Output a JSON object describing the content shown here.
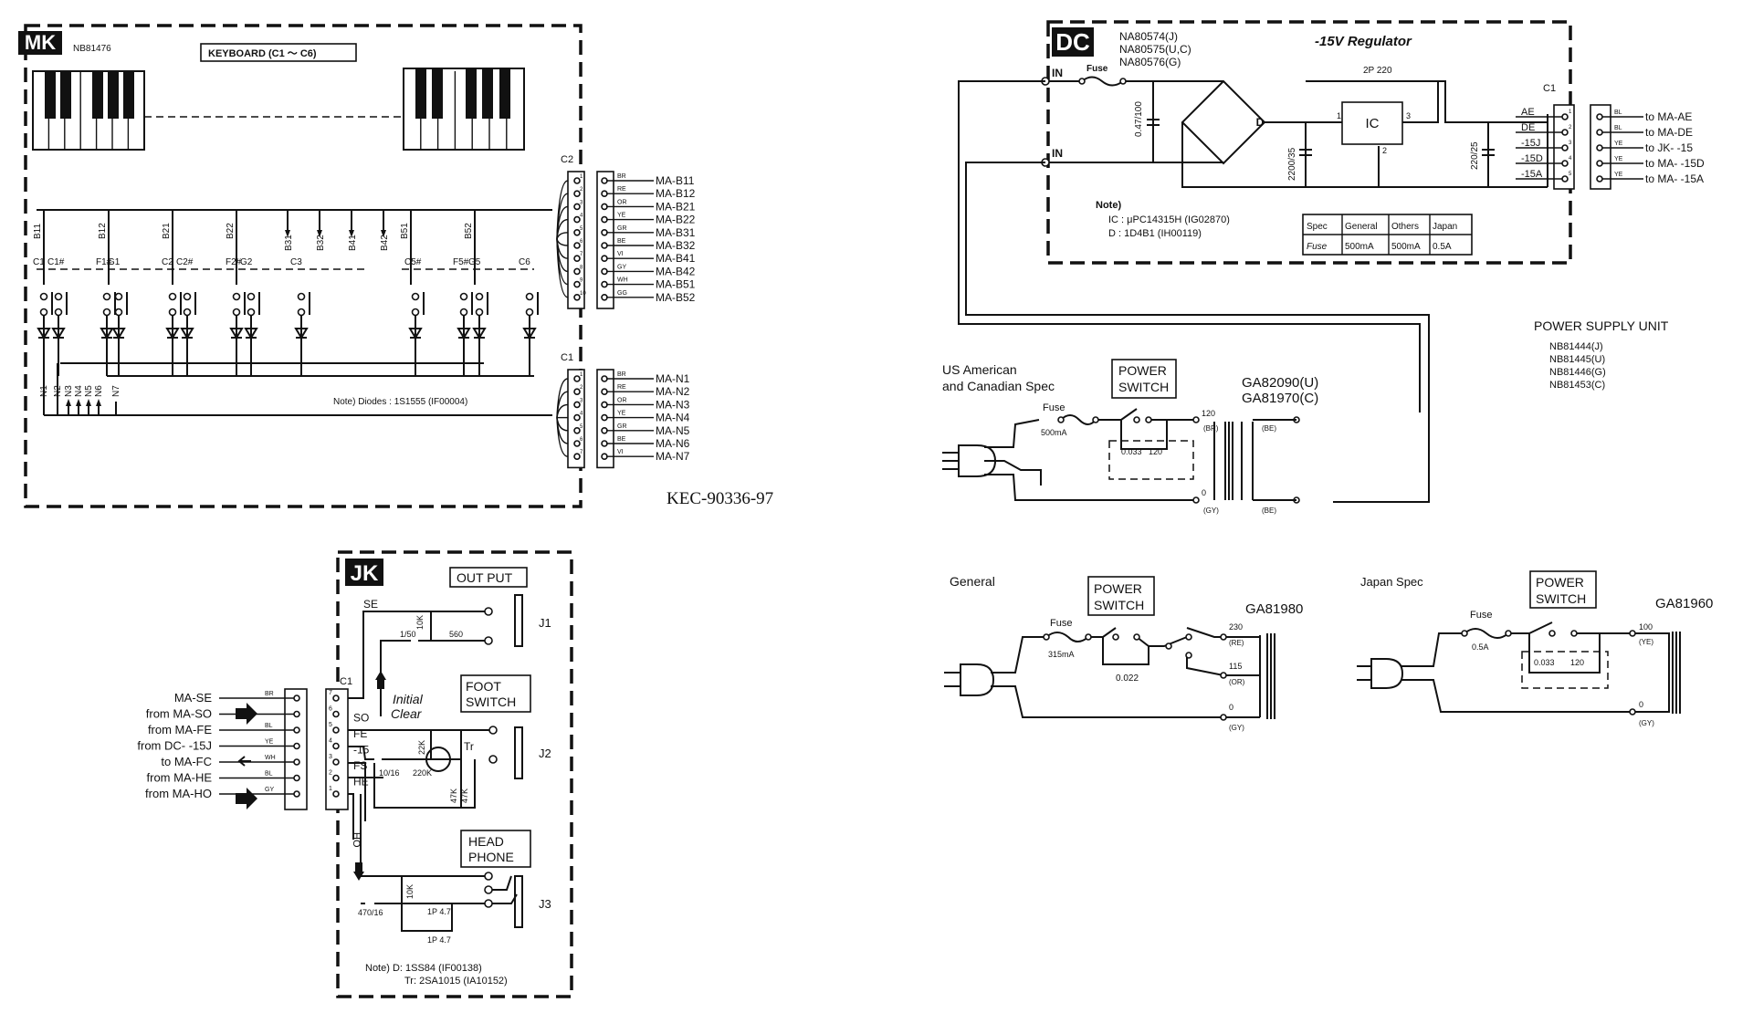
{
  "mk": {
    "badge": "MK",
    "part_no": "NB81476",
    "keyboard_label": "KEYBOARD (C1 ～ C6)",
    "bus_labels": [
      "B11",
      "B12",
      "B21",
      "B22",
      "B31",
      "B32",
      "B41",
      "B42",
      "B51",
      "B52"
    ],
    "key_labels": [
      "C1",
      "C1#",
      "F1#",
      "G1",
      "C2",
      "C2#",
      "F2#",
      "G2",
      "C3",
      "C5#",
      "F5#",
      "G5",
      "C6"
    ],
    "n_labels": [
      "N1",
      "N2",
      "N3",
      "N4",
      "N5",
      "N6",
      "N7"
    ],
    "note": "Note)  Diodes : 1S1555 (IF00004)",
    "connector_c2": {
      "label": "C2",
      "pins": [
        "1",
        "2",
        "3",
        "4",
        "5",
        "6",
        "7",
        "8",
        "9",
        "10"
      ],
      "wires": [
        {
          "color": "BR",
          "to": "MA-B11"
        },
        {
          "color": "RE",
          "to": "MA-B12"
        },
        {
          "color": "OR",
          "to": "MA-B21"
        },
        {
          "color": "YE",
          "to": "MA-B22"
        },
        {
          "color": "GR",
          "to": "MA-B31"
        },
        {
          "color": "BE",
          "to": "MA-B32"
        },
        {
          "color": "VI",
          "to": "MA-B41"
        },
        {
          "color": "GY",
          "to": "MA-B42"
        },
        {
          "color": "WH",
          "to": "MA-B51"
        },
        {
          "color": "GG",
          "to": "MA-B52"
        }
      ]
    },
    "connector_c1": {
      "label": "C1",
      "pins": [
        "1",
        "2",
        "3",
        "4",
        "5",
        "6",
        "7"
      ],
      "wires": [
        {
          "color": "BR",
          "to": "MA-N1"
        },
        {
          "color": "RE",
          "to": "MA-N2"
        },
        {
          "color": "OR",
          "to": "MA-N3"
        },
        {
          "color": "YE",
          "to": "MA-N4"
        },
        {
          "color": "GR",
          "to": "MA-N5"
        },
        {
          "color": "BE",
          "to": "MA-N6"
        },
        {
          "color": "VI",
          "to": "MA-N7"
        }
      ]
    }
  },
  "doc_code": "KEC-90336-97",
  "dc": {
    "badge": "DC",
    "part_nos": [
      "NA80574(J)",
      "NA80575(U,C)",
      "NA80576(G)"
    ],
    "title": "-15V  Regulator",
    "in_labels": [
      "IN",
      "IN"
    ],
    "fuse_label": "Fuse",
    "cap_in": "0.47/100",
    "bridge_label": "D",
    "cap_mid": "2200/35",
    "res_top": "2P 220",
    "ic_label": "IC",
    "ic_pins": [
      "1",
      "2",
      "3"
    ],
    "cap_out": "220/25",
    "note_title": "Note)",
    "note_lines": [
      "IC : μPC14315H (IG02870)",
      "D  : 1D4B1 (IH00119)"
    ],
    "fuse_table": {
      "headers": [
        "Spec",
        "General",
        "Others",
        "Japan"
      ],
      "row_label": "Fuse",
      "values": [
        "500mA",
        "500mA",
        "0.5A"
      ]
    },
    "connector": {
      "label": "C1",
      "pins": [
        {
          "num": "1",
          "net": "AE",
          "color": "BL",
          "to": "to MA-AE"
        },
        {
          "num": "2",
          "net": "DE",
          "color": "BL",
          "to": "to MA-DE"
        },
        {
          "num": "3",
          "net": "-15J",
          "color": "YE",
          "to": "to JK- -15"
        },
        {
          "num": "4",
          "net": "-15D",
          "color": "YE",
          "to": "to MA- -15D"
        },
        {
          "num": "5",
          "net": "-15A",
          "color": "YE",
          "to": "to MA- -15A"
        }
      ]
    }
  },
  "psu": {
    "title": "POWER SUPPLY UNIT",
    "part_nos": [
      "NB81444(J)",
      "NB81445(U)",
      "NB81446(G)",
      "NB81453(C)"
    ]
  },
  "us_spec": {
    "title_lines": [
      "US American",
      "and Canadian Spec"
    ],
    "switch_label": [
      "POWER",
      "SWITCH"
    ],
    "fuse_label": "Fuse",
    "fuse_value": "500mA",
    "snubber": [
      "0.033",
      "120"
    ],
    "transformer": [
      "GA82090(U)",
      "GA81970(C)"
    ],
    "taps": [
      {
        "v": "120",
        "c": "(BR)"
      },
      {
        "v": "0",
        "c": "(GY)"
      }
    ],
    "secondary": [
      "(BE)",
      "(BE)"
    ]
  },
  "general_spec": {
    "title": "General",
    "switch_label": [
      "POWER",
      "SWITCH"
    ],
    "fuse_label": "Fuse",
    "fuse_value": "315mA",
    "cap": "0.022",
    "transformer": "GA81980",
    "taps": [
      {
        "v": "230",
        "c": "(RE)"
      },
      {
        "v": "115",
        "c": "(OR)"
      },
      {
        "v": "0",
        "c": "(GY)"
      }
    ]
  },
  "japan_spec": {
    "title": "Japan  Spec",
    "switch_label": [
      "POWER",
      "SWITCH"
    ],
    "fuse_label": "Fuse",
    "fuse_value": "0.5A",
    "snubber": [
      "0.033",
      "120"
    ],
    "transformer": "GA81960",
    "taps": [
      {
        "v": "100",
        "c": "(YE)"
      },
      {
        "v": "0",
        "c": "(GY)"
      }
    ]
  },
  "jk": {
    "badge": "JK",
    "output_label": "OUT PUT",
    "foot_label": [
      "FOOT",
      "SWITCH"
    ],
    "head_label": [
      "HEAD",
      "PHONE"
    ],
    "initial_clear": [
      "Initial",
      "Clear"
    ],
    "se_label": "SE",
    "ho_label": "HO",
    "connector_label": "C1",
    "pins": [
      {
        "num": "7",
        "net": ""
      },
      {
        "num": "6",
        "net": "SO"
      },
      {
        "num": "5",
        "net": "FE"
      },
      {
        "num": "4",
        "net": "-15"
      },
      {
        "num": "3",
        "net": "FS"
      },
      {
        "num": "2",
        "net": "HE"
      },
      {
        "num": "1",
        "net": ""
      }
    ],
    "external": [
      {
        "label": "MA-SE",
        "color": "BR"
      },
      {
        "label": "from MA-SO",
        "color": ""
      },
      {
        "label": "from MA-FE",
        "color": "BL"
      },
      {
        "label": "from DC- -15J",
        "color": "YE"
      },
      {
        "label": "to MA-FC",
        "color": "WH"
      },
      {
        "label": "from MA-HE",
        "color": "BL"
      },
      {
        "label": "from MA-HO",
        "color": "GY"
      }
    ],
    "parts": {
      "r_10k": "10K",
      "c_1_50": "1/50",
      "r_560": "560",
      "j1": "J1",
      "j2": "J2",
      "j3": "J3",
      "r_22k": "22K",
      "c_10_16": "10/16",
      "r_220k": "220K",
      "tr": "Tr",
      "r_47k_a": "47K",
      "r_47k_b": "47K",
      "c_470_16": "470/16",
      "r_10k_hp": "10K",
      "r_1p_a": "1P 4.7",
      "r_1p_b": "1P 4.7"
    },
    "note_lines": [
      "Note)   D: 1SS84 (IF00138)",
      "Tr: 2SA1015 (IA10152)"
    ]
  }
}
